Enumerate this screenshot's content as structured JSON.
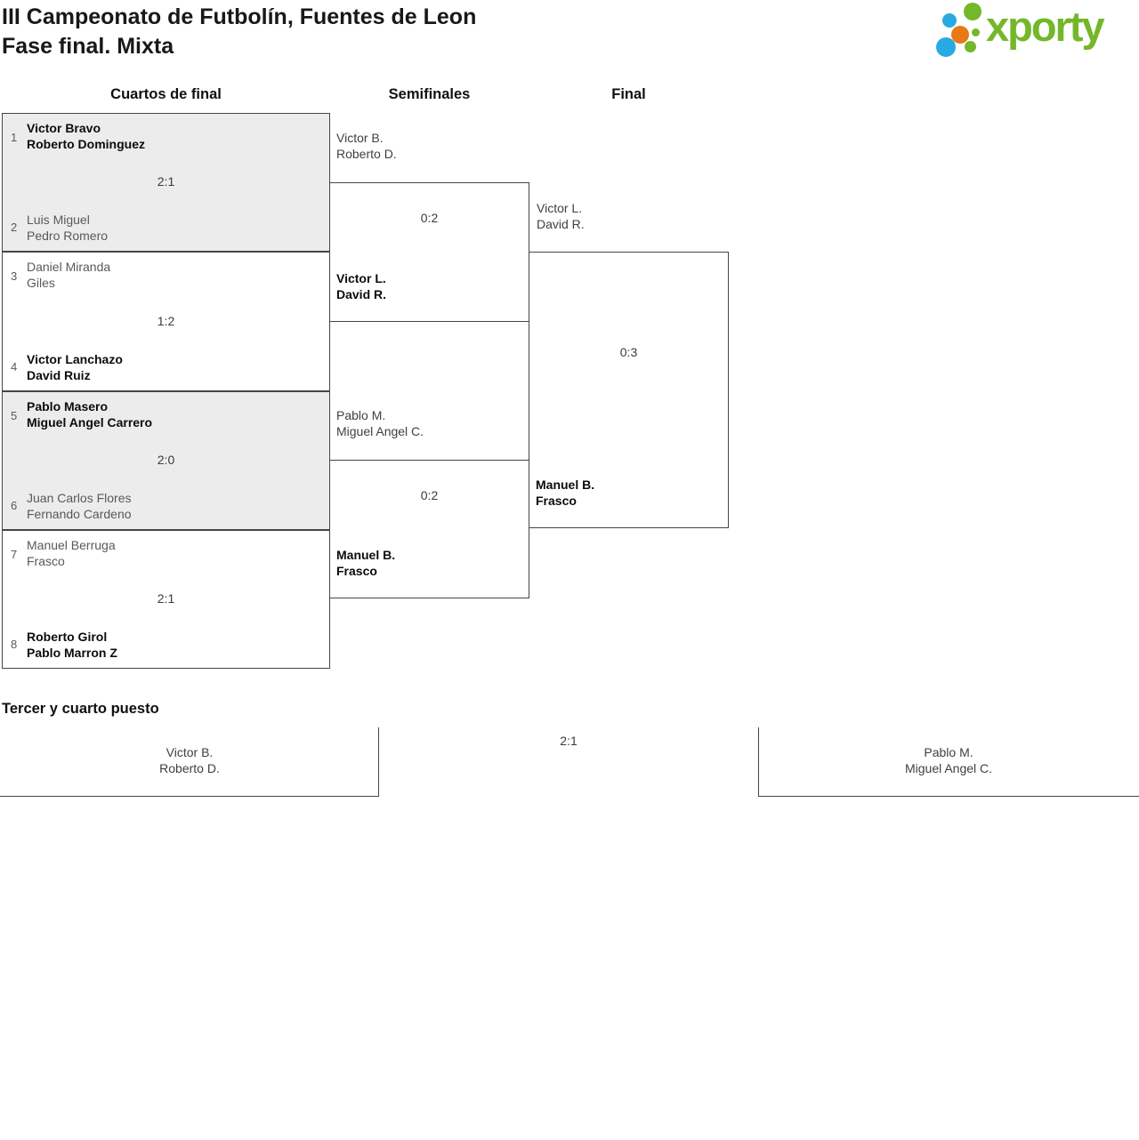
{
  "title": {
    "line1": "III Campeonato de Futbolín, Fuentes de Leon",
    "line2": "Fase final. Mixta"
  },
  "logo": {
    "text": "xporty",
    "colors": {
      "green": "#74b72a",
      "blue": "#29a9e1",
      "orange": "#e87917"
    }
  },
  "round_headers": {
    "quarterfinals": "Cuartos de final",
    "semifinals": "Semifinales",
    "final": "Final"
  },
  "quarterfinals": [
    {
      "top_seed": "1",
      "top_name1": "Victor Bravo",
      "top_name2": "Roberto Dominguez",
      "score": "2:1",
      "bottom_seed": "2",
      "bottom_name1": "Luis Miguel",
      "bottom_name2": "Pedro Romero",
      "winner": "top"
    },
    {
      "top_seed": "3",
      "top_name1": "Daniel Miranda",
      "top_name2": "Giles",
      "score": "1:2",
      "bottom_seed": "4",
      "bottom_name1": "Victor Lanchazo",
      "bottom_name2": "David Ruiz",
      "winner": "bottom"
    },
    {
      "top_seed": "5",
      "top_name1": "Pablo Masero",
      "top_name2": "Miguel Angel Carrero",
      "score": "2:0",
      "bottom_seed": "6",
      "bottom_name1": "Juan Carlos Flores",
      "bottom_name2": "Fernando Cardeno",
      "winner": "top"
    },
    {
      "top_seed": "7",
      "top_name1": "Manuel Berruga",
      "top_name2": "Frasco",
      "score": "2:1",
      "bottom_seed": "8",
      "bottom_name1": "Roberto Girol",
      "bottom_name2": "Pablo Marron Z",
      "winner": "bottom"
    }
  ],
  "semifinals": [
    {
      "top_name1": "Victor B.",
      "top_name2": "Roberto D.",
      "score": "0:2",
      "bottom_name1": "Victor L.",
      "bottom_name2": "David R.",
      "winner": "bottom"
    },
    {
      "top_name1": "Pablo M.",
      "top_name2": "Miguel Angel C.",
      "score": "0:2",
      "bottom_name1": "Manuel B.",
      "bottom_name2": "Frasco",
      "winner": "bottom"
    }
  ],
  "final": {
    "top_name1": "Victor L.",
    "top_name2": "David R.",
    "score": "0:3",
    "bottom_name1": "Manuel B.",
    "bottom_name2": "Frasco",
    "winner": "bottom"
  },
  "third_place": {
    "header": "Tercer y cuarto puesto",
    "left_name1": "Victor B.",
    "left_name2": "Roberto D.",
    "score": "2:1",
    "right_name1": "Pablo M.",
    "right_name2": "Miguel Angel C."
  }
}
